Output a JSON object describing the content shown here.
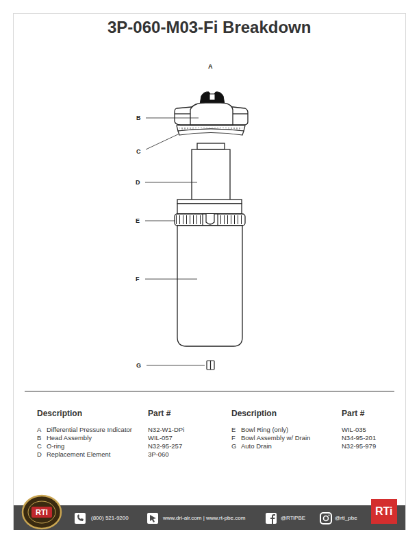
{
  "diagram": {
    "title": "3P-060-M03-Fi Breakdown",
    "labels": [
      "A",
      "B",
      "C",
      "D",
      "E",
      "F",
      "G",
      "Description",
      "Part #",
      "Description",
      "Part #",
      "A",
      "Differential Pressure Indicator",
      "N32-W1-DPi",
      "B",
      "Head Assembly",
      "WIL-057",
      "C",
      "O-ring",
      "N32-95-257",
      "D",
      "Replacement Element",
      "3P-060",
      "E",
      "Bowl Ring (only)",
      "WIL-035",
      "F",
      "Bowl Assembly w/ Drain",
      "N34-95-201",
      "G",
      "Auto Drain",
      "N32-95-979",
      "(800) 521-9200",
      "www.dri-air.com | www.rt-pbe.com",
      "@RTiPBE",
      "@rti_pbe",
      "RTI",
      "RTi"
    ]
  }
}
